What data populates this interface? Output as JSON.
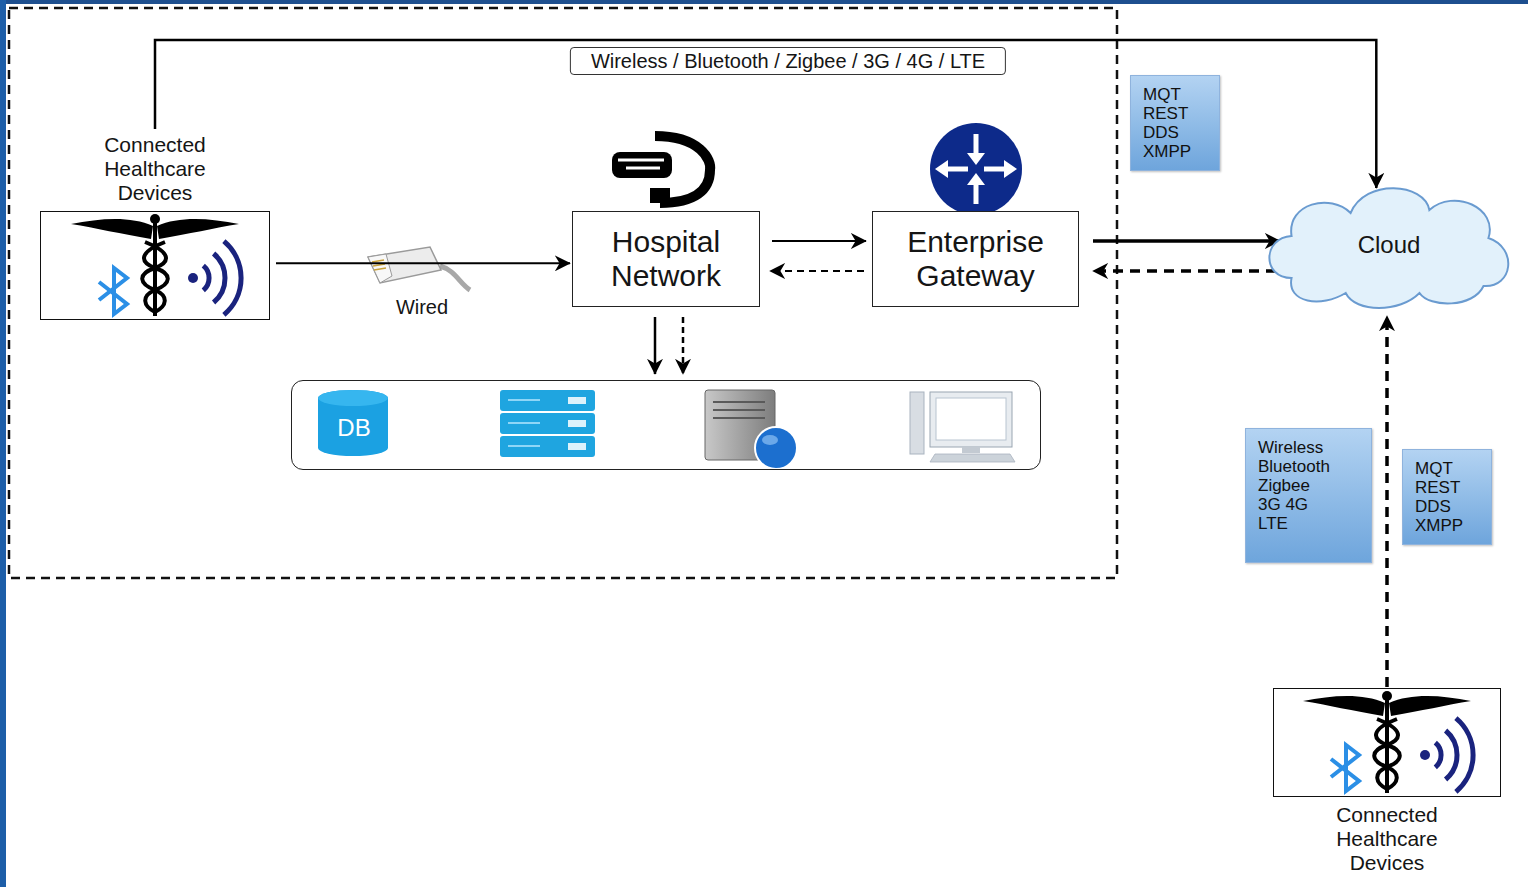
{
  "diagram": {
    "nodes": [
      {
        "text": [
          "Connected Healthcare Devices"
        ]
      },
      {
        "text": [
          "Hospital Network"
        ]
      },
      {
        "text": [
          "Enterprise Gateway"
        ]
      },
      {
        "text": [
          "MQT REST DDS XMPP"
        ]
      },
      {
        "text": [
          "Cloud"
        ]
      },
      {
        "text": [
          "DB"
        ]
      },
      {
        "text": [
          "Wireless Bluetooth Zigbee 3G 4G LTE"
        ]
      },
      {
        "text": [
          "MQT REST DDS XMPP"
        ]
      },
      {
        "text": [
          "Connected Healthcare Devices"
        ]
      }
    ],
    "edges": [
      {
        "from": 0,
        "to": 4,
        "arrow": "to",
        "label": "Wireless / Bluetooth / Zigbee / 3G / 4G / LTE"
      },
      {
        "from": 0,
        "to": 1,
        "arrow": "to",
        "label": "Wired"
      },
      {
        "from": 1,
        "to": 2,
        "arrow": "to"
      },
      {
        "from": 2,
        "to": 1,
        "arrow": "to"
      },
      {
        "from": 2,
        "to": 4,
        "arrow": "to"
      },
      {
        "from": 4,
        "to": 2,
        "arrow": "to"
      },
      {
        "from": 1,
        "to": 5,
        "arrow": "to"
      },
      {
        "from": 1,
        "to": 5,
        "arrow": "to"
      },
      {
        "from": 8,
        "to": 4,
        "arrow": "to"
      }
    ]
  }
}
